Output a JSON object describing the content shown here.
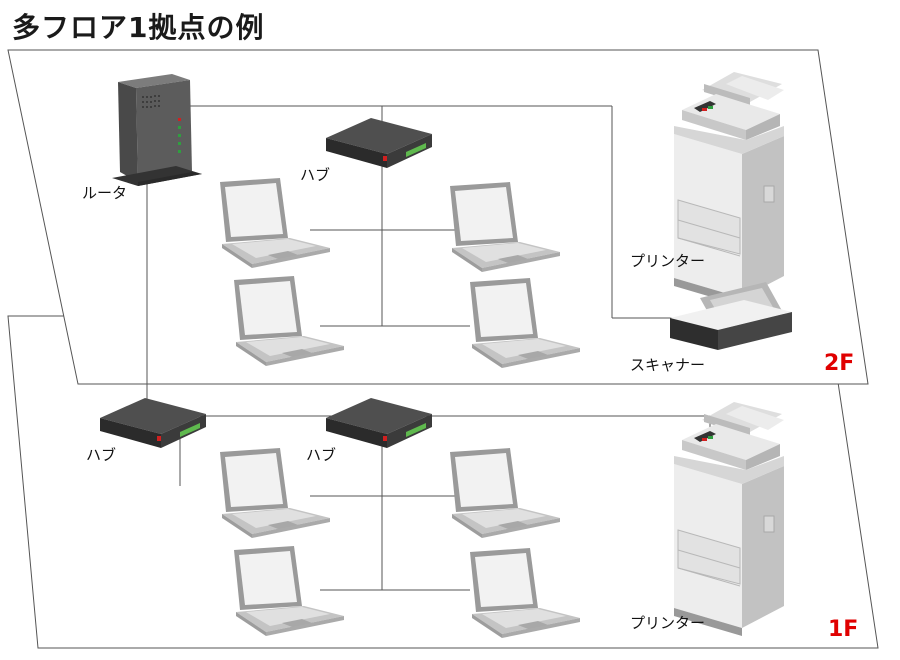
{
  "title": "多フロア1拠点の例",
  "floors": {
    "upper": {
      "label": "2F",
      "color": "#e00000"
    },
    "lower": {
      "label": "1F",
      "color": "#e00000"
    }
  },
  "devices": {
    "router": "ルータ",
    "hub_2f": "ハブ",
    "hub_1f_left": "ハブ",
    "hub_1f_right": "ハブ",
    "printer_2f": "プリンター",
    "printer_1f": "プリンター",
    "scanner_2f": "スキャナー"
  }
}
